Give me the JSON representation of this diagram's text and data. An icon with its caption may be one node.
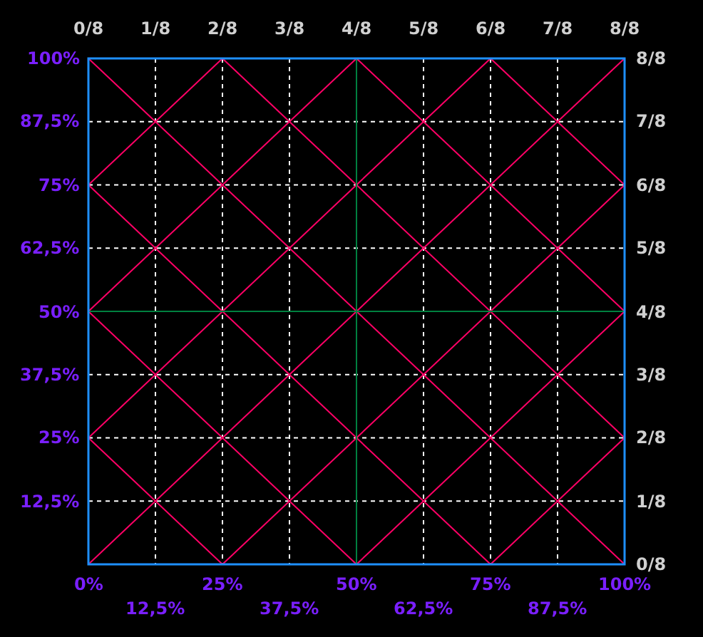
{
  "diagram": {
    "labels": [
      "0/8",
      "1/8",
      "2/8",
      "3/8",
      "4/8",
      "5/8",
      "6/8",
      "7/8",
      "8/8",
      "100%",
      "87,5%",
      "75%",
      "62,5%",
      "50%",
      "37,5%",
      "25%",
      "12,5%",
      "8/8",
      "7/8",
      "6/8",
      "5/8",
      "4/8",
      "3/8",
      "2/8",
      "1/8",
      "0/8",
      "0%",
      "12,5%",
      "25%",
      "37,5%",
      "50%",
      "62,5%",
      "75%",
      "87,5%",
      "100%"
    ]
  }
}
